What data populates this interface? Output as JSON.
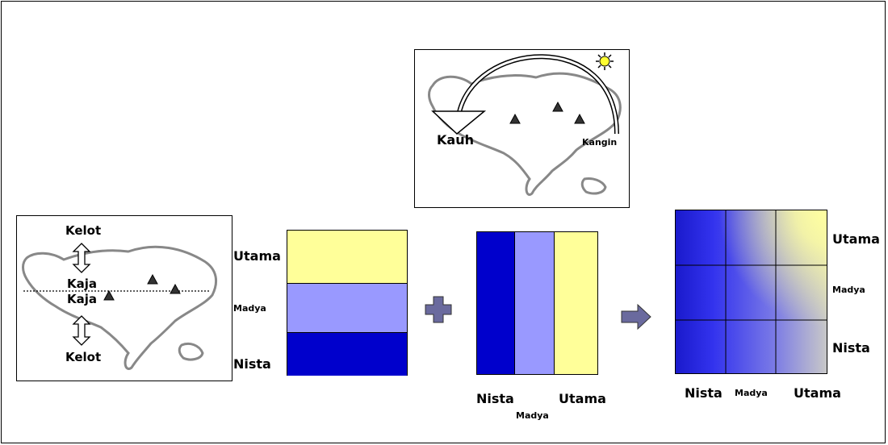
{
  "top_map": {
    "label_west": "Kauh",
    "label_east": "Kangin",
    "icons": [
      "sun-icon",
      "mountain-icon"
    ]
  },
  "left_map": {
    "top_label": "Kelot",
    "upper_label": "Kaja",
    "lower_label": "Kaja",
    "bottom_label": "Kelot",
    "icons": [
      "double-arrow-icon",
      "mountain-icon"
    ]
  },
  "vertical_stack": {
    "rows": [
      {
        "label": "Utama",
        "color": "#ffff99"
      },
      {
        "label": "Madya",
        "color": "#9999ff"
      },
      {
        "label": "Nista",
        "color": "#0000cc"
      }
    ]
  },
  "operator_plus": "plus-icon",
  "horizontal_stack": {
    "columns": [
      {
        "label": "Nista",
        "color": "#0000cc"
      },
      {
        "label": "Madya",
        "color": "#9999ff"
      },
      {
        "label": "Utama",
        "color": "#ffff99"
      }
    ]
  },
  "operator_arrow": "arrow-right-icon",
  "result_grid": {
    "row_labels": [
      "Utama",
      "Madya",
      "Nista"
    ],
    "col_labels": [
      "Nista",
      "Madya",
      "Utama"
    ]
  }
}
